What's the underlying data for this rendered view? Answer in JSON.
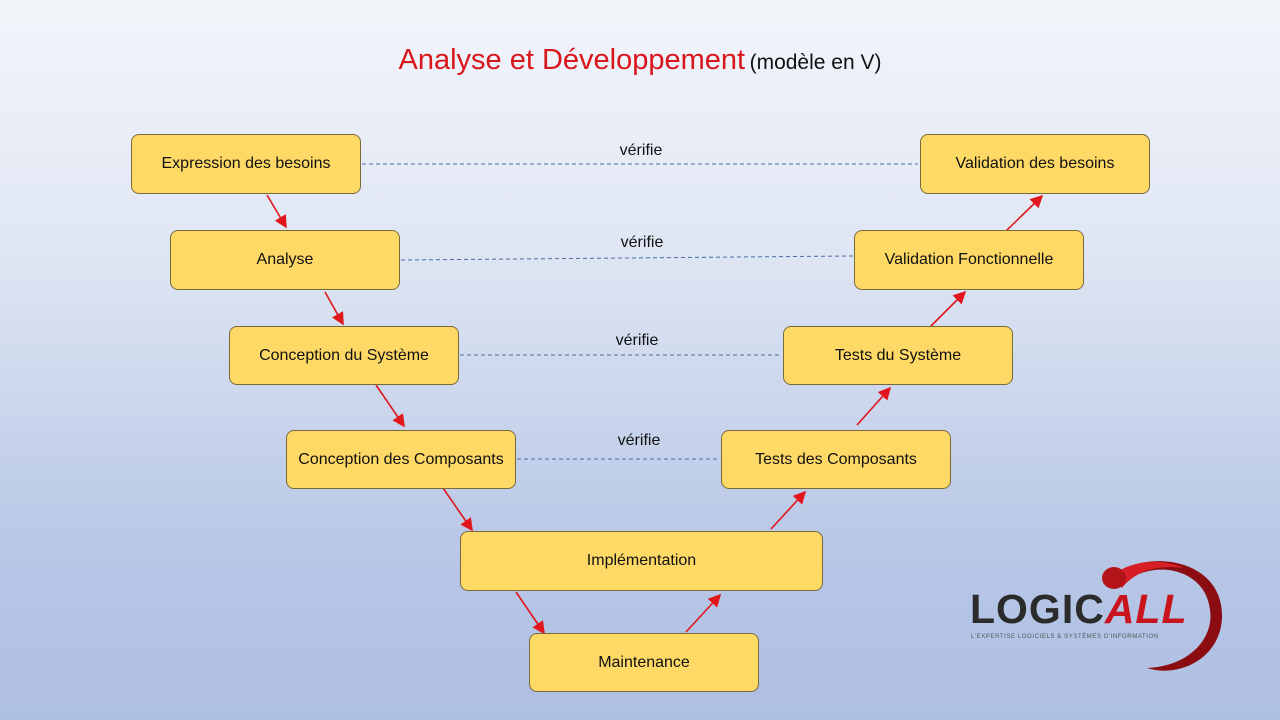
{
  "title": {
    "main": "Analyse et Développement",
    "sub": "(modèle en V)"
  },
  "left_branch": [
    "Expression des besoins",
    "Analyse",
    "Conception du Système",
    "Conception des Composants"
  ],
  "right_branch": [
    "Validation des besoins",
    "Validation Fonctionnelle",
    "Tests du Système",
    "Tests des Composants"
  ],
  "bottom": [
    "Implémentation",
    "Maintenance"
  ],
  "verifie_label": "vérifie",
  "colors": {
    "box_fill": "#ffd966",
    "arrow": "#e0161c",
    "dashed_line": "#4a6da8",
    "title": "#d9161c"
  },
  "logo": {
    "text_dark": "LOGIC",
    "text_red": "ALL",
    "tagline": "L'EXPERTISE LOGICIELS & SYSTÈMES D'INFORMATION"
  }
}
